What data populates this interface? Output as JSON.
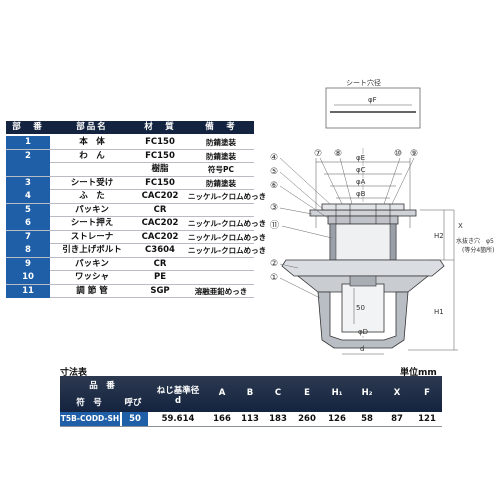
{
  "parts_table": {
    "headers": {
      "no": "部　番",
      "name": "部品名",
      "material": "材　質",
      "remarks": "備　考"
    },
    "rows": [
      {
        "no": "1",
        "name": "本　体",
        "material": "FC150",
        "remarks": "防錆塗装"
      },
      {
        "no": "2",
        "name": "わ　ん",
        "material": "FC150",
        "remarks": "防錆塗装"
      },
      {
        "no": "",
        "name": "",
        "material": "樹脂",
        "remarks": "符号PC"
      },
      {
        "no": "3",
        "name": "シート受け",
        "material": "FC150",
        "remarks": "防錆塗装"
      },
      {
        "no": "4",
        "name": "ふ　た",
        "material": "CAC202",
        "remarks": "ニッケル-クロムめっき"
      },
      {
        "no": "5",
        "name": "パッキン",
        "material": "CR",
        "remarks": ""
      },
      {
        "no": "6",
        "name": "シート押え",
        "material": "CAC202",
        "remarks": "ニッケル-クロムめっき"
      },
      {
        "no": "7",
        "name": "ストレーナ",
        "material": "CAC202",
        "remarks": "ニッケル-クロムめっき"
      },
      {
        "no": "8",
        "name": "引き上げボルト",
        "material": "C3604",
        "remarks": "ニッケル-クロムめっき"
      },
      {
        "no": "9",
        "name": "パッキン",
        "material": "CR",
        "remarks": ""
      },
      {
        "no": "10",
        "name": "ワッシャ",
        "material": "PE",
        "remarks": ""
      },
      {
        "no": "11",
        "name": "調 節 管",
        "material": "SGP",
        "remarks": "溶融亜鉛めっき"
      }
    ]
  },
  "diagram": {
    "sheet_hole_label": "シート穴径",
    "phi_F": "φF",
    "phi_E": "φE",
    "phi_C": "φC",
    "phi_A": "φA",
    "phi_B": "φB",
    "phi_D": "φD",
    "d": "d",
    "H1": "H1",
    "H2": "H2",
    "X": "X",
    "dim_50": "50",
    "drain_hole_1": "水抜き穴　φ5",
    "drain_hole_2": "(等分4箇所)",
    "callouts": [
      "①",
      "②",
      "③",
      "④",
      "⑤",
      "⑥",
      "⑦",
      "⑧",
      "⑨",
      "⑩",
      "⑪"
    ]
  },
  "dimension_table": {
    "title": "寸法表",
    "unit": "単位mm",
    "headers": {
      "product": "品　番",
      "code": "符　号",
      "nominal": "呼び",
      "thread_1": "ねじ基準径",
      "thread_2": "d",
      "A": "A",
      "B": "B",
      "C": "C",
      "E": "E",
      "H1": "H₁",
      "H2": "H₂",
      "X": "X",
      "F": "F"
    },
    "rows": [
      {
        "code": "T5B-CODD-SH",
        "nominal": "50",
        "thread": "59.614",
        "A": "166",
        "B": "113",
        "C": "183",
        "E": "260",
        "H1": "126",
        "H2": "58",
        "X": "87",
        "F": "121"
      }
    ]
  }
}
